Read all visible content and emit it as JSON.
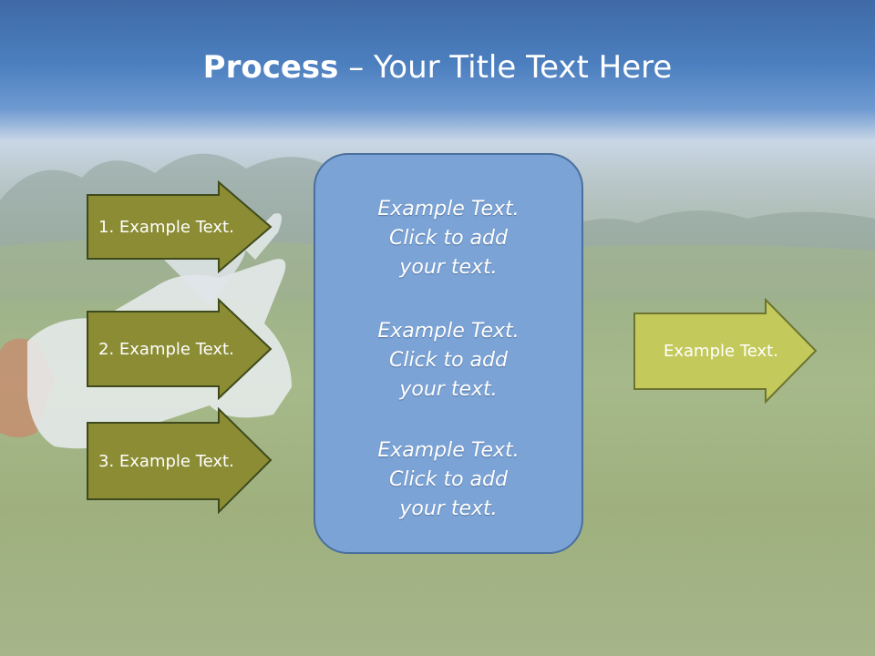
{
  "slide": {
    "title_bold": "Process",
    "title_sep": " – ",
    "title_rest": "Your Title Text Here"
  },
  "process": {
    "steps": [
      {
        "label": "1. Example Text."
      },
      {
        "label": "2. Example Text."
      },
      {
        "label": "3. Example Text."
      }
    ],
    "center_items": [
      {
        "line1": "Example Text.",
        "line2": "Click  to add",
        "line3": "your text."
      },
      {
        "line1": "Example Text.",
        "line2": "Click  to add",
        "line3": "your text."
      },
      {
        "line1": "Example Text.",
        "line2": "Click  to add",
        "line3": "your text."
      }
    ],
    "output_label": "Example Text."
  },
  "colors": {
    "step_arrow_fill": "#8b8c34",
    "output_arrow_fill": "#c4c95c",
    "center_box_fill": "#7ba3d6"
  }
}
